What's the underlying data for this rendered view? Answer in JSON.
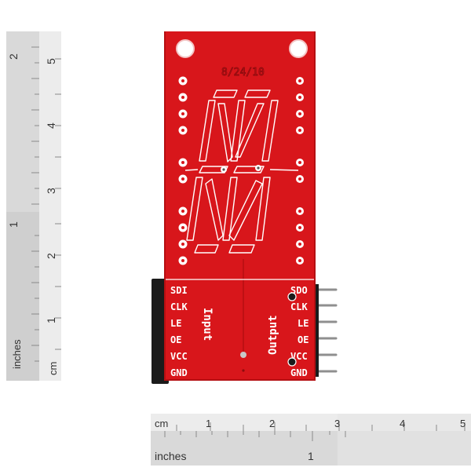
{
  "left_ruler": {
    "inches_label": "inches",
    "cm_label": "cm",
    "inch_numbers": [
      "2",
      "1"
    ],
    "cm_numbers": [
      "5",
      "4",
      "3",
      "2",
      "1"
    ]
  },
  "bottom_ruler": {
    "cm_label": "cm",
    "inches_label": "inches",
    "cm_numbers": [
      "1",
      "2",
      "3",
      "4",
      "5"
    ],
    "inch_numbers": [
      "1"
    ]
  },
  "board": {
    "date_text": "8/24/10",
    "input_label": "Input",
    "output_label": "Output",
    "input_pins": [
      "SDI",
      "CLK",
      "LE",
      "OE",
      "VCC",
      "GND"
    ],
    "output_pins": [
      "SDO",
      "CLK",
      "LE",
      "OE",
      "VCC",
      "GND"
    ]
  },
  "colors": {
    "pcb_red": "#d8161b",
    "pcb_edge": "#b50f12",
    "silk": "#ffffff",
    "header_black": "#1b1b1b",
    "pin_metal": "#8f8f8f"
  }
}
